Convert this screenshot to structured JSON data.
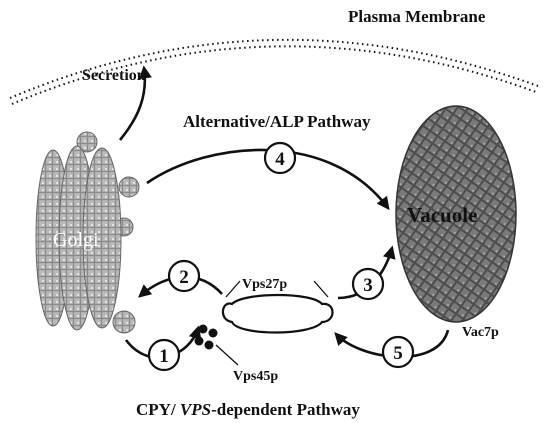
{
  "labels": {
    "plasma_membrane": "Plasma Membrane",
    "secretion": "Secretion",
    "alt_pathway": "Alternative/ALP Pathway",
    "golgi": "Golgi",
    "vacuole": "Vacuole",
    "vps27p": "Vps27p",
    "vps45p": "Vps45p",
    "vac7p": "Vac7p",
    "cpy_prefix": "CPY/ ",
    "cpy_italic": "VPS",
    "cpy_suffix": "-dependent Pathway"
  },
  "steps": [
    "1",
    "2",
    "3",
    "4",
    "5"
  ]
}
